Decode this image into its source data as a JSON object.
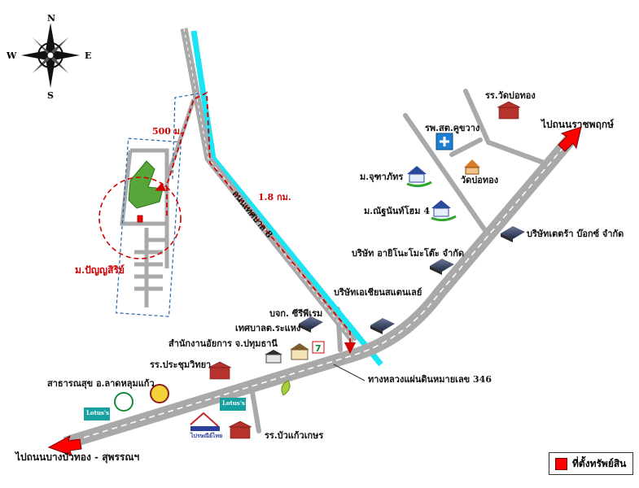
{
  "compass": {
    "n": "N",
    "s": "S",
    "e": "E",
    "w": "W"
  },
  "labels": {
    "wat_bo_thong_school": "รร.วัดบ่อทอง",
    "to_ratchaphruek": "ไปถนนราชพฤกษ์",
    "hospital": "รพ.สต.คูขวาง",
    "m_jutaphat": "ม.จุฑาภัทร",
    "wat_bo_thong": "วัดบ่อทอง",
    "m_nathanan": "ม.ณัฐนันท์โฮม 4",
    "tetra_box": "บริษัทเตตร้า บ๊อกซ์ จำกัด",
    "ainomoto": "บริษัท อายิโนะโมะโต๊ะ จำกัด",
    "asian_stainless": "บริษัทเอเชียนสแตนเลย์",
    "cp_seri": "บจก. ซีรีพีเรม",
    "tessaban": "เทศบาลต.ระแหง",
    "district_office": "สำนักงานอัยการ จ.ปทุมธานี",
    "prachum_school": "รร.ประชุมวิทยา",
    "health_center": "สาธารณสุข อ.ลาดหลุมแก้ว",
    "highway_346": "ทางหลวงแผ่นดินหมายเลข 346",
    "to_bangbuathong": "ไปถนนบางบัวทอง - สุพรรณฯ",
    "bua_kaew_school": "รร.บัวแก้วเกษร",
    "dist_500": "500 ม.",
    "dist_1_8": "1.8 กม.",
    "road_name": "ถนนเทศบาล 8",
    "m_panyasiri": "ม.ปัญญสิริย์",
    "lotus1": "Lotus's",
    "lotus2": "Lotus's",
    "post": "ไปรษณีย์ไทย"
  },
  "legend": {
    "label": "ที่ตั้งทรัพย์สิน",
    "color": "#ff0000"
  },
  "colors": {
    "road": "#a9a9a9",
    "canal": "#19e5f5",
    "route": "#d40000",
    "arrow": "#ff0000"
  }
}
